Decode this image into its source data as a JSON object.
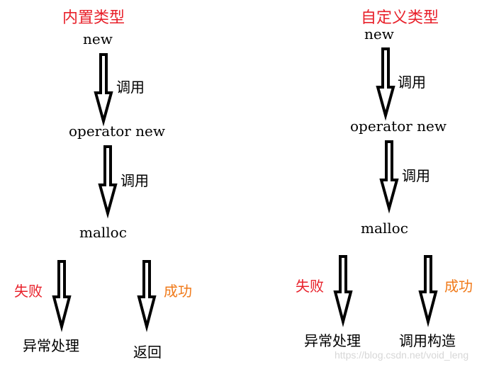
{
  "left_diagram": {
    "title": "内置类型",
    "steps": {
      "new": "new",
      "operator_new": "operator new",
      "malloc": "malloc"
    },
    "call_labels": [
      "调用",
      "调用"
    ],
    "branches": {
      "fail_label": "失败",
      "fail_result": "异常处理",
      "success_label": "成功",
      "success_result": "返回"
    }
  },
  "right_diagram": {
    "title": "自定义类型",
    "steps": {
      "new": "new",
      "operator_new": "operator new",
      "malloc": "malloc"
    },
    "call_labels": [
      "调用",
      "调用"
    ],
    "branches": {
      "fail_label": "失败",
      "fail_result": "异常处理",
      "success_label": "成功",
      "success_result": "调用构造"
    }
  },
  "watermark": "https://blog.csdn.net/void_leng",
  "colors": {
    "title": "#e8202a",
    "fail": "#e8202a",
    "success": "#f07a1a",
    "text": "#000000",
    "arrow": "#000000"
  }
}
